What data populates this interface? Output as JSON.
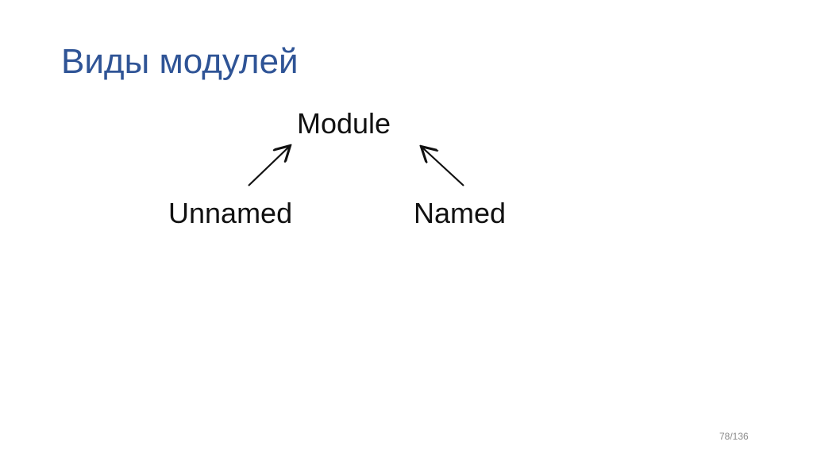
{
  "slide": {
    "title": "Виды модулей",
    "page_number": "78/136"
  },
  "diagram": {
    "root": "Module",
    "children": [
      "Unnamed",
      "Named"
    ],
    "edges": [
      {
        "from": "Unnamed",
        "to": "Module"
      },
      {
        "from": "Named",
        "to": "Module"
      }
    ]
  }
}
